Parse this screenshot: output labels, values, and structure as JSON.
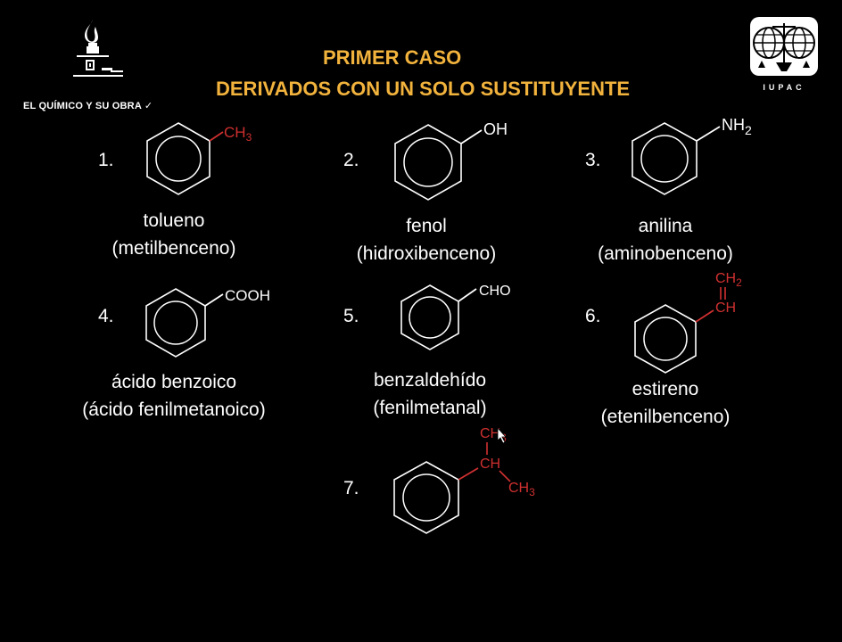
{
  "header": {
    "title_line1": "PRIMER CASO",
    "title_line2": "DERIVADOS CON UN SOLO SUSTITUYENTE",
    "brand": "EL QUÍMICO Y SU OBRA",
    "brand_check": "✓",
    "iupac": "IUPAC"
  },
  "colors": {
    "title": "#f2b33d",
    "substituent_red": "#d03030",
    "background": "#000000"
  },
  "compounds": [
    {
      "number": "1.",
      "name": "tolueno",
      "alt": "(metilbenceno)",
      "substituent": "CH",
      "sub": "3"
    },
    {
      "number": "2.",
      "name": "fenol",
      "alt": "(hidroxibenceno)",
      "substituent": "OH"
    },
    {
      "number": "3.",
      "name": "anilina",
      "alt": "(aminobenceno)",
      "substituent": "NH",
      "sub": "2"
    },
    {
      "number": "4.",
      "name": "ácido benzoico",
      "alt": "(ácido fenilmetanoico)",
      "substituent": "COOH"
    },
    {
      "number": "5.",
      "name": "benzaldehído",
      "alt": "(fenilmetanal)",
      "substituent": "CHO"
    },
    {
      "number": "6.",
      "name": "estireno",
      "alt": "(etenilbenceno)",
      "substituent_top": "CH",
      "sub_top": "2",
      "substituent": "CH"
    },
    {
      "number": "7.",
      "substituent_top": "CH",
      "sub_top": "3",
      "substituent": "CH",
      "substituent_right": "CH",
      "sub_right": "3"
    }
  ]
}
